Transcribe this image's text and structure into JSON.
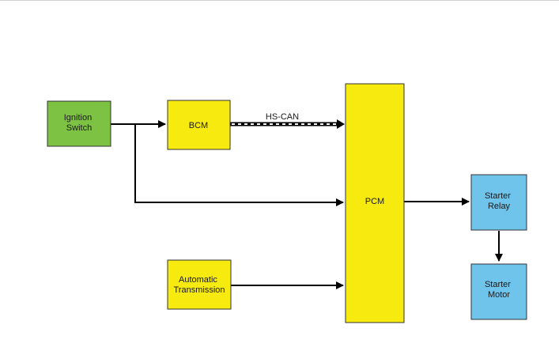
{
  "colors": {
    "green": "#7dc242",
    "yellow": "#f7ea0f",
    "blue": "#6fc4ec",
    "line": "#000000"
  },
  "nodes": {
    "ignition_switch": {
      "line1": "Ignition",
      "line2": "Switch"
    },
    "bcm": {
      "label": "BCM"
    },
    "pcm": {
      "label": "PCM"
    },
    "automatic_transmission": {
      "line1": "Automatic",
      "line2": "Transmission"
    },
    "starter_relay": {
      "line1": "Starter",
      "line2": "Relay"
    },
    "starter_motor": {
      "line1": "Starter",
      "line2": "Motor"
    }
  },
  "edges": {
    "hs_can_label": "HS-CAN"
  }
}
